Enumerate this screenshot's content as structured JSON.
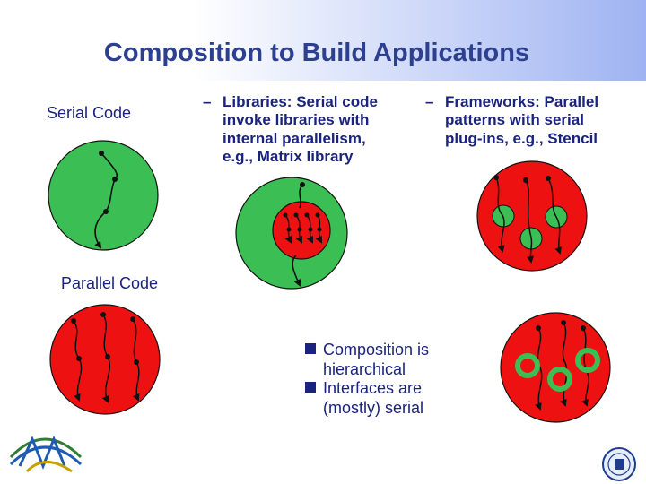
{
  "slide": {
    "title": "Composition to Build Applications",
    "serial_label": "Serial Code",
    "parallel_label": "Parallel Code",
    "libraries": {
      "dash": "–",
      "term": "Libraries:",
      "line1_rest": " Serial code",
      "line2": "invoke libraries with",
      "line3": "internal parallelism,",
      "line4": "e.g., Matrix library"
    },
    "frameworks": {
      "dash": "–",
      "term": "Frameworks:",
      "line1_rest": " Parallel",
      "line2": "patterns with serial",
      "line3": "plug-ins, e.g., Stencil"
    },
    "composition_points": [
      "Composition is hierarchical",
      "Interfaces are (mostly) serial"
    ],
    "composition_lines": [
      [
        "Composition is",
        "hierarchical"
      ],
      [
        "Interfaces are",
        "(mostly) serial"
      ]
    ]
  },
  "colors": {
    "green": "#3bbf55",
    "red": "#ee1111",
    "title": "#2d3f8f",
    "text": "#1a237e"
  }
}
